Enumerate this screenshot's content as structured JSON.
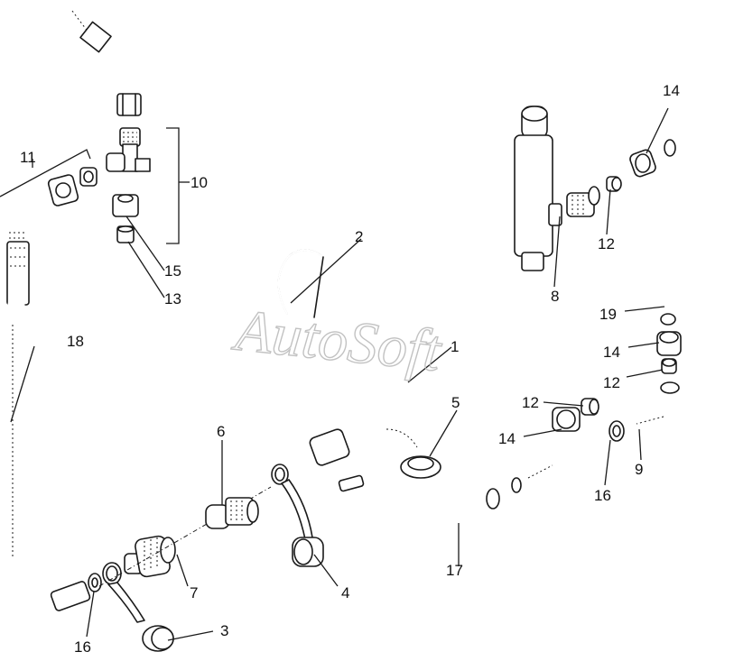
{
  "watermark": "AutoSoft",
  "callouts": {
    "c1": "1",
    "c2": "2",
    "c3": "3",
    "c4": "4",
    "c5": "5",
    "c6": "6",
    "c7": "7",
    "c8": "8",
    "c9": "9",
    "c10": "10",
    "c11": "11",
    "c12a": "12",
    "c12b": "12",
    "c12c": "12",
    "c13": "13",
    "c14a": "14",
    "c14b": "14",
    "c14c": "14",
    "c15": "15",
    "c16a": "16",
    "c16b": "16",
    "c17": "17",
    "c18": "18",
    "c19": "19"
  },
  "colors": {
    "line": "#1a1a1a",
    "background": "#ffffff",
    "watermark": "#b8b8b8"
  }
}
